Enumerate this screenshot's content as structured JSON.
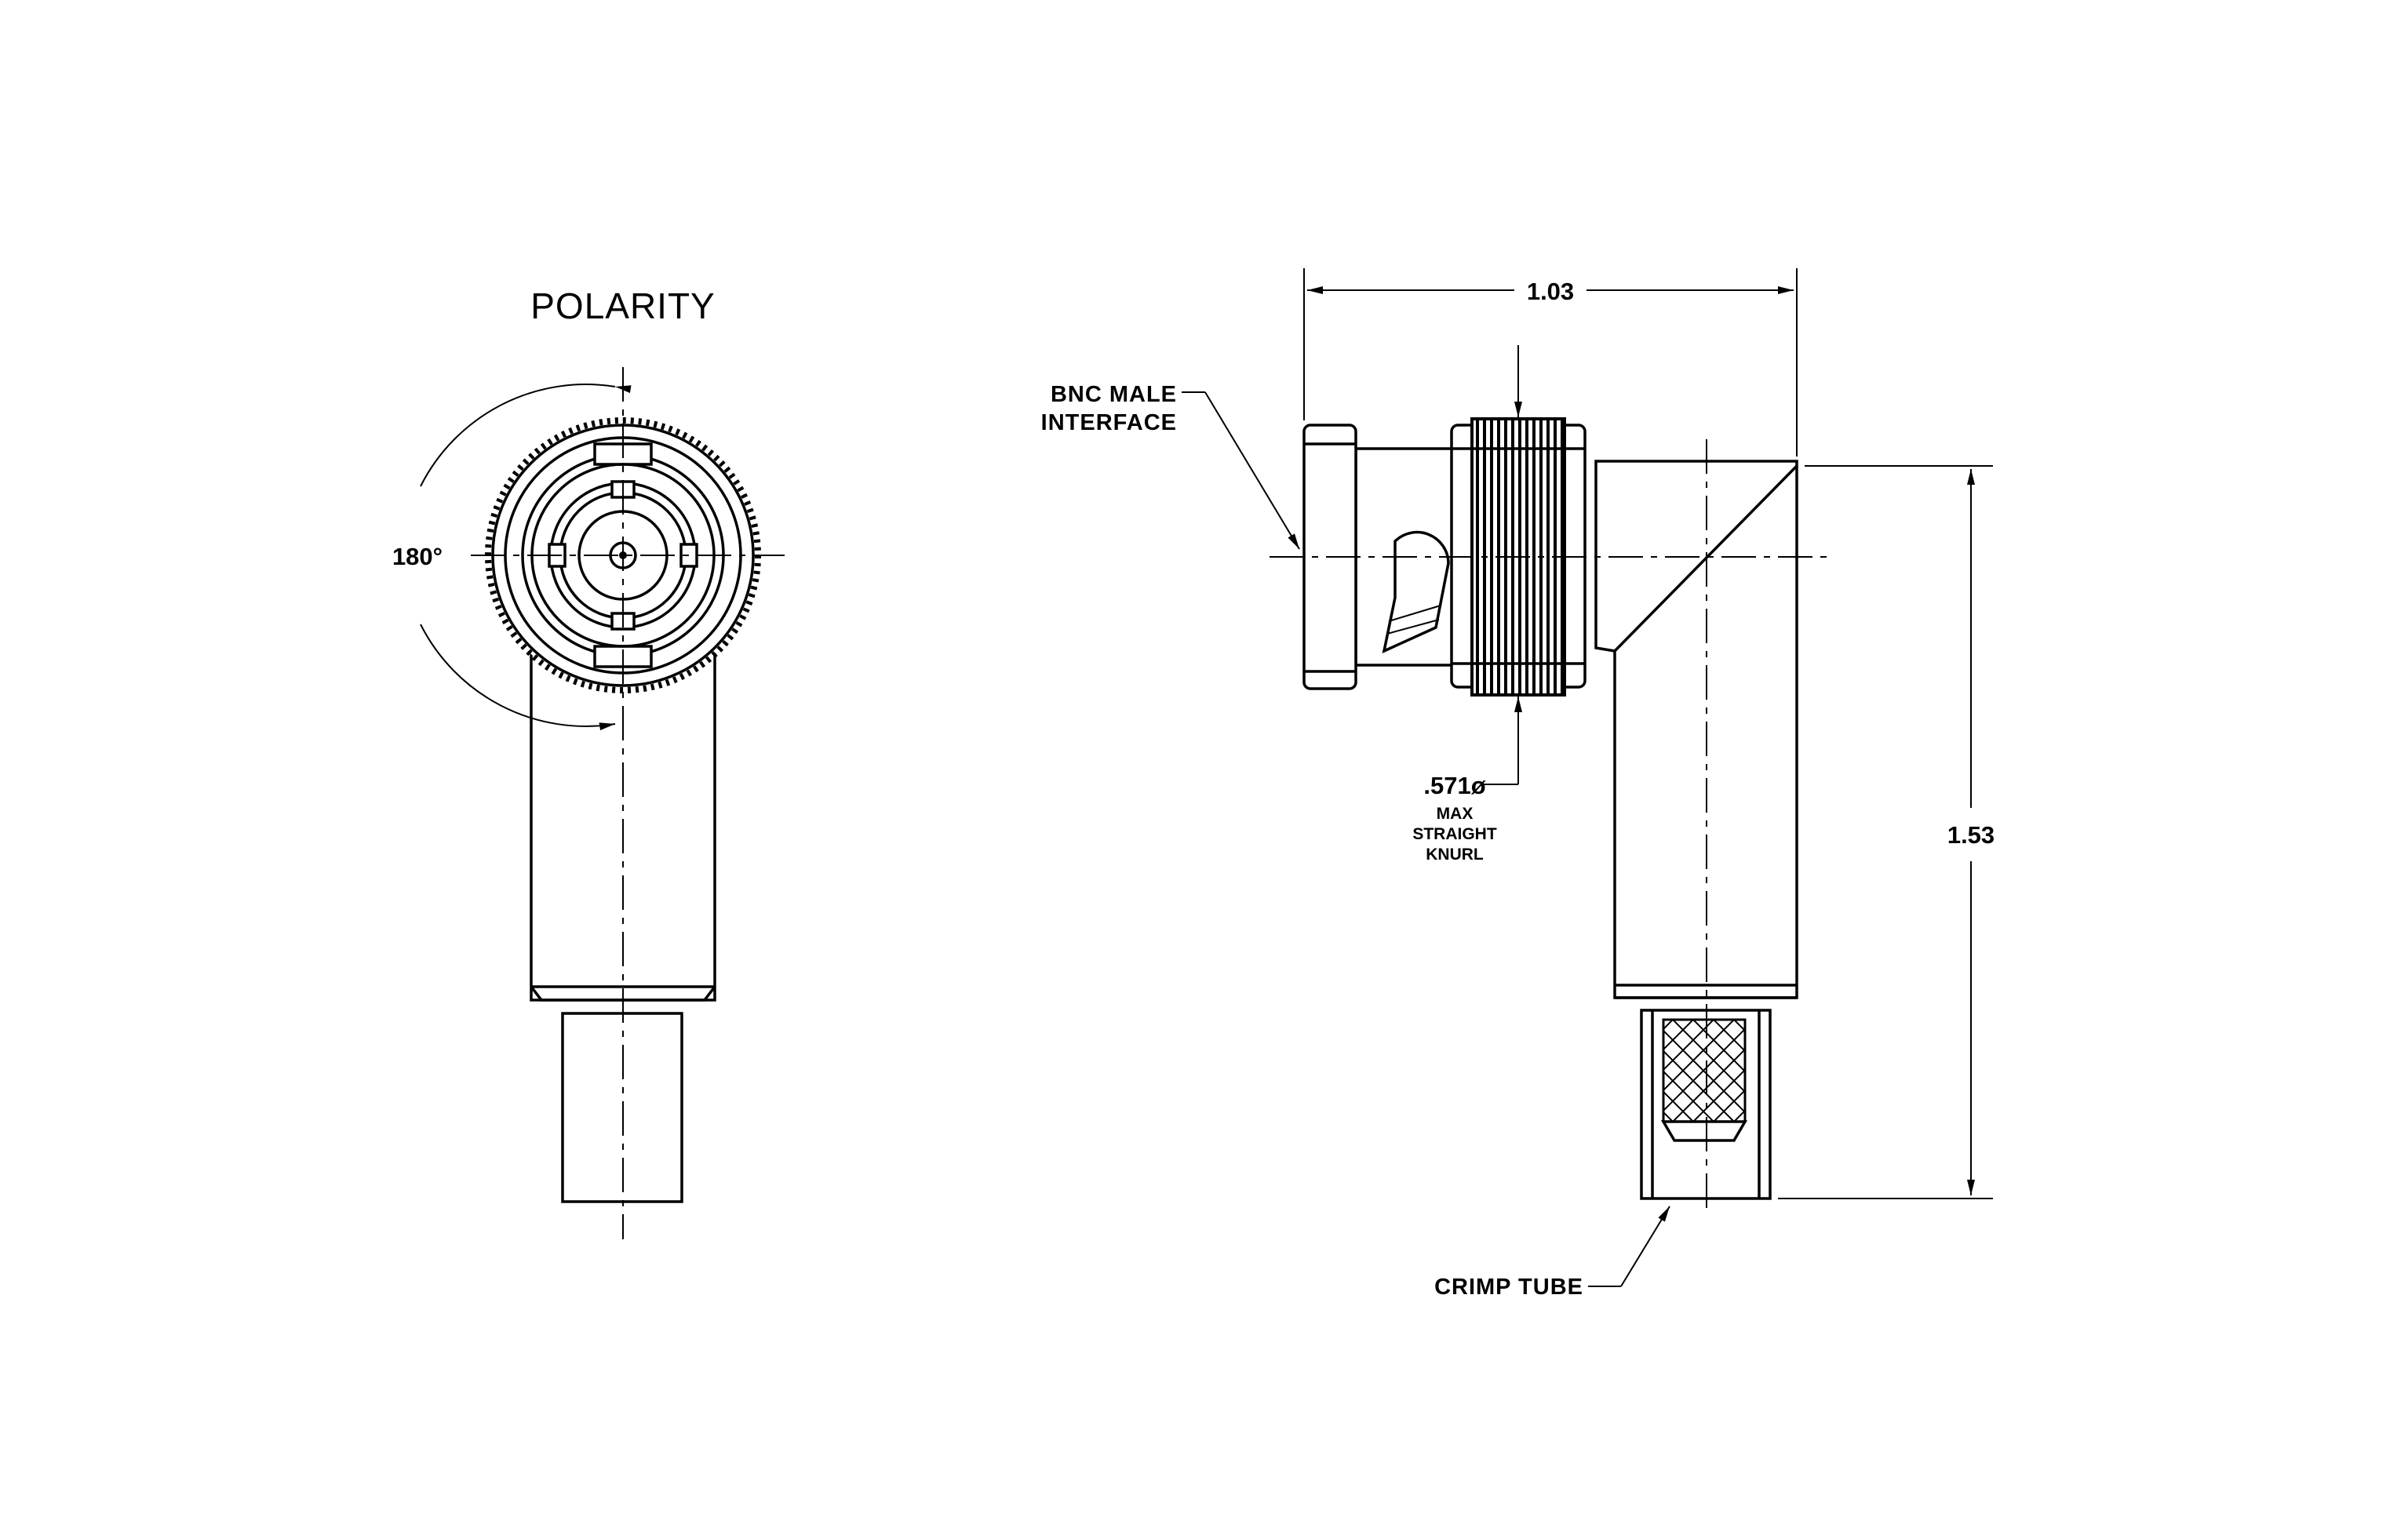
{
  "labels": {
    "polarity": "POLARITY",
    "angle": "180°",
    "bnc_line1": "BNC MALE",
    "bnc_line2": "INTERFACE",
    "width_dim": "1.03",
    "height_dim": "1.53",
    "knurl_dia": ".571ø",
    "knurl_max": "MAX",
    "knurl_straight": "STRAIGHT",
    "knurl_knurl": "KNURL",
    "crimp_tube": "CRIMP TUBE"
  },
  "colors": {
    "ink": "#000000",
    "paper": "#ffffff"
  }
}
